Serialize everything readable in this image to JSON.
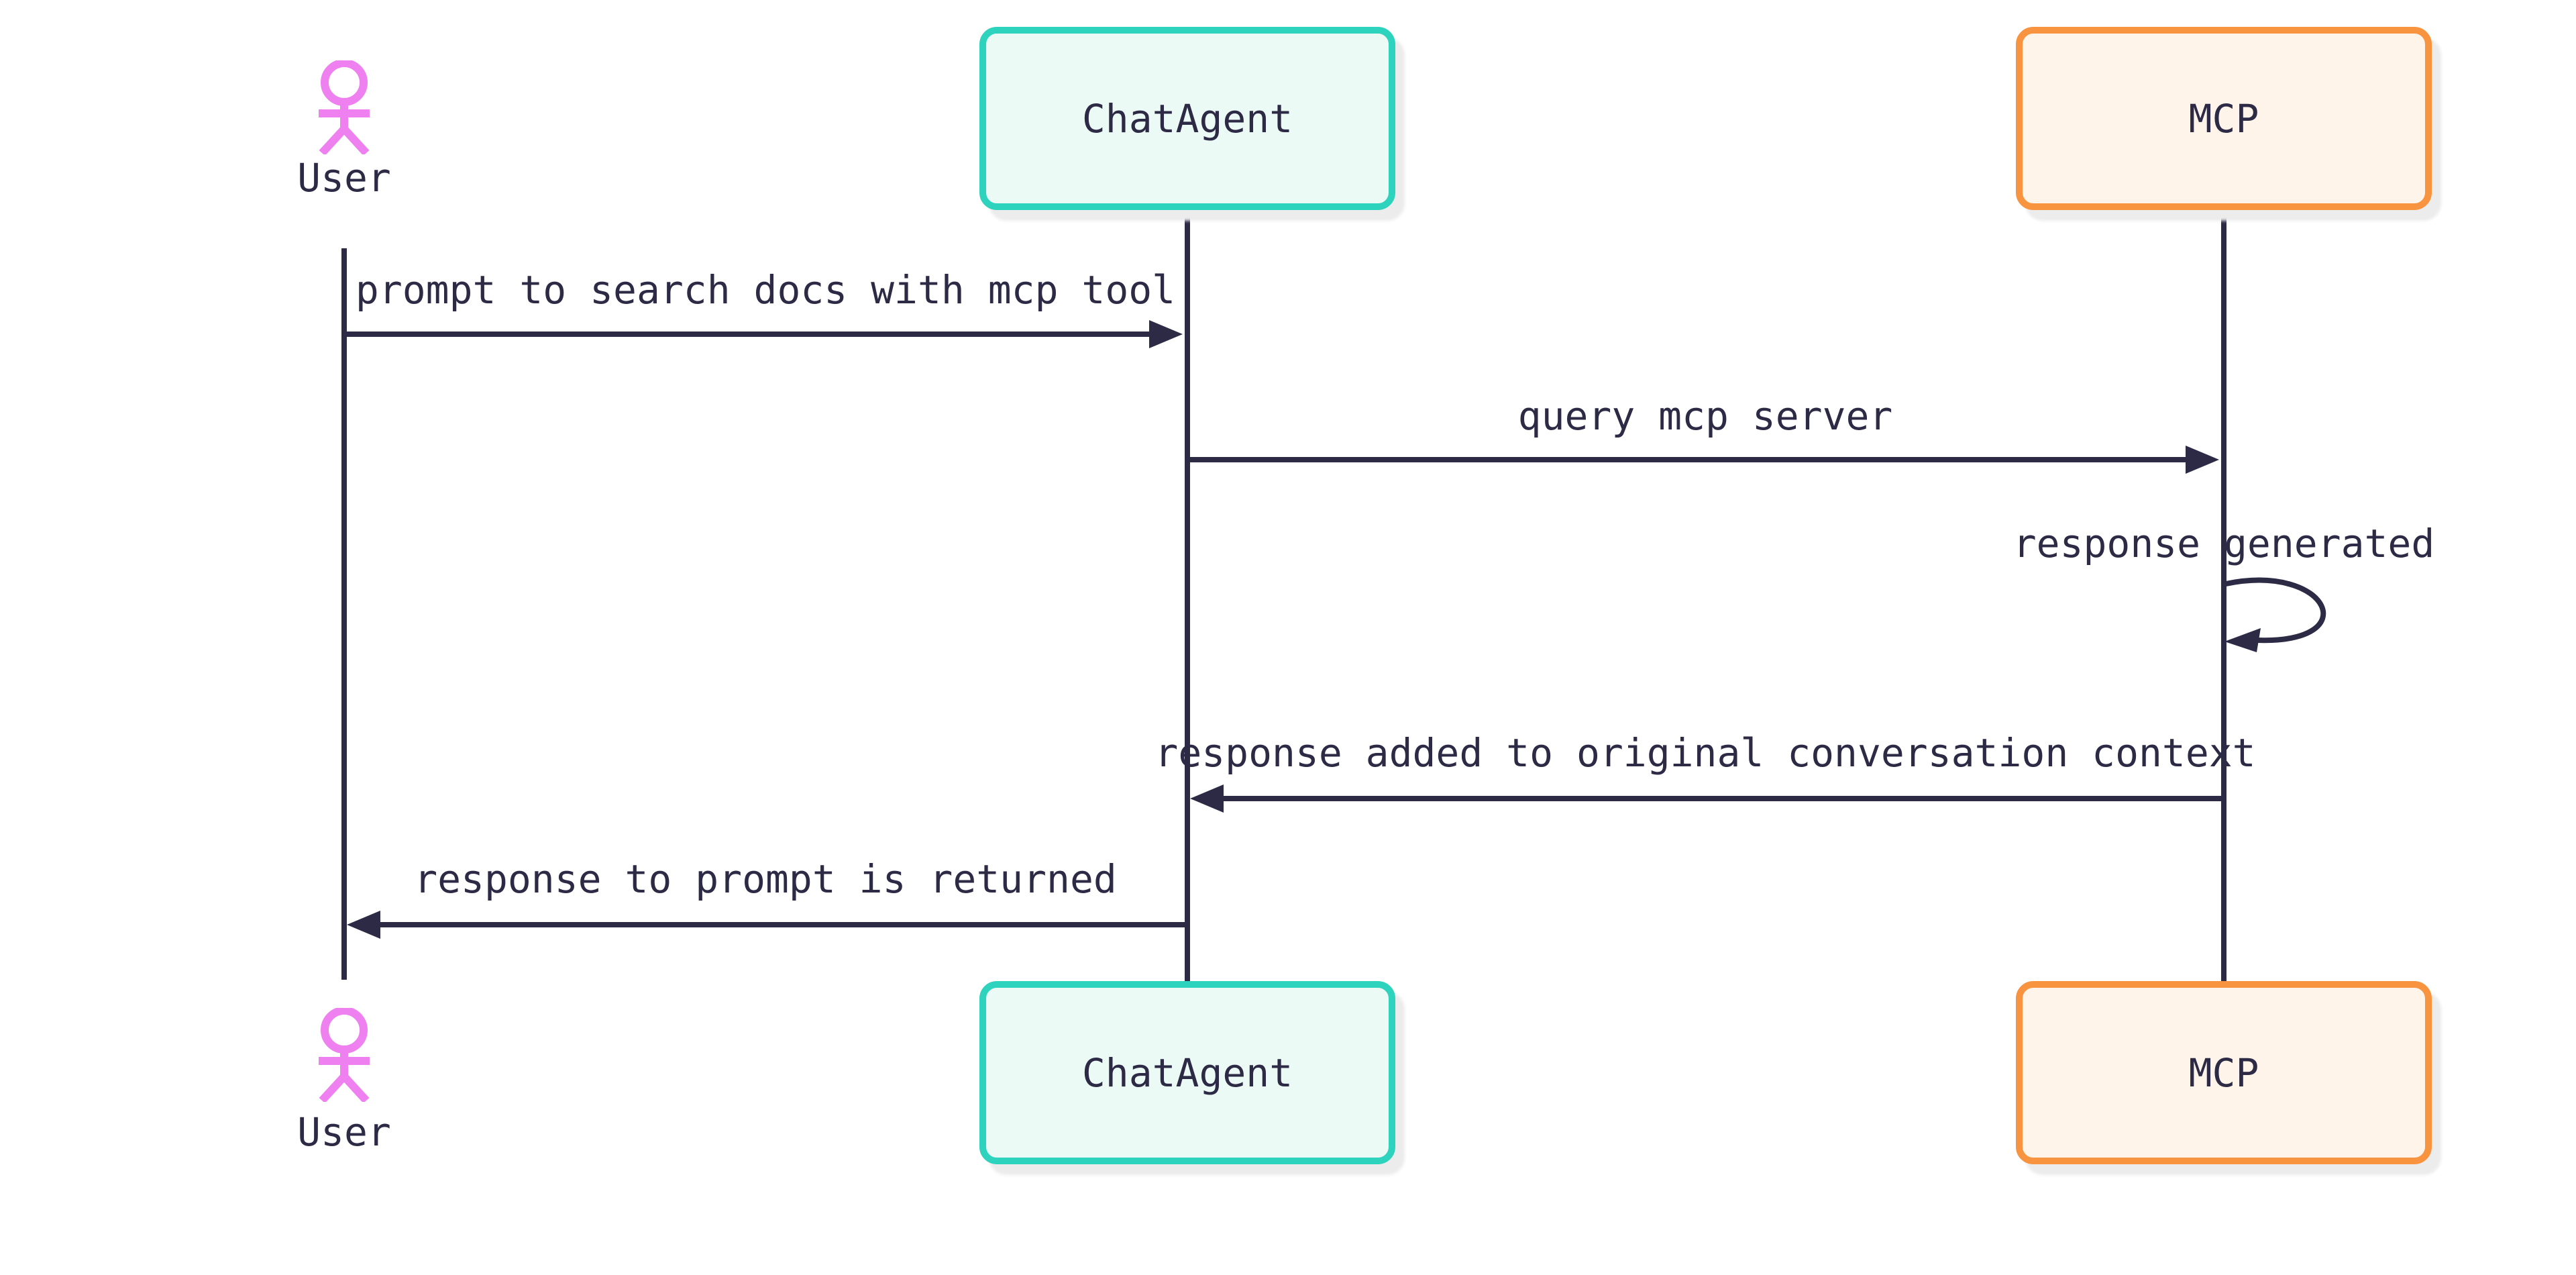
{
  "diagram_type": "sequence",
  "colors": {
    "ink": "#2d2a45",
    "actor-purple": "#ee80f0",
    "agent-border": "#2ed3bd",
    "agent-fill": "#ecfaf6",
    "mcp-border": "#f8943f",
    "mcp-fill": "#fef4ea",
    "shadow": "#ececec",
    "background": "#ffffff"
  },
  "participants": [
    {
      "id": "user",
      "label": "User",
      "kind": "actor"
    },
    {
      "id": "chat_agent",
      "label": "ChatAgent",
      "kind": "box"
    },
    {
      "id": "mcp",
      "label": "MCP",
      "kind": "box"
    }
  ],
  "messages": [
    {
      "from": "User",
      "to": "ChatAgent",
      "label": "prompt to search docs with mcp tool",
      "self_loop": false
    },
    {
      "from": "ChatAgent",
      "to": "MCP",
      "label": "query mcp server",
      "self_loop": false
    },
    {
      "from": "MCP",
      "to": "MCP",
      "label": "response generated",
      "self_loop": true
    },
    {
      "from": "MCP",
      "to": "ChatAgent",
      "label": "response added to original conversation context",
      "self_loop": false
    },
    {
      "from": "ChatAgent",
      "to": "User",
      "label": "response to prompt is returned",
      "self_loop": false
    }
  ]
}
